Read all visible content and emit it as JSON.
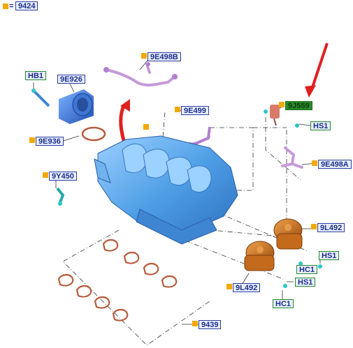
{
  "header": {
    "symbol": "=",
    "code": "9424"
  },
  "callouts": [
    {
      "id": "9E498B",
      "text": "9E498B"
    },
    {
      "id": "HB1",
      "text": "HB1"
    },
    {
      "id": "9E926",
      "text": "9E926"
    },
    {
      "id": "9E499",
      "text": "9E499"
    },
    {
      "id": "9J559",
      "text": "9J559"
    },
    {
      "id": "HS1_top",
      "text": "HS1"
    },
    {
      "id": "9E936",
      "text": "9E936"
    },
    {
      "id": "9E498A",
      "text": "9E498A"
    },
    {
      "id": "9Y450",
      "text": "9Y450"
    },
    {
      "id": "9L492_right",
      "text": "9L492"
    },
    {
      "id": "HS1_mid",
      "text": "HS1"
    },
    {
      "id": "HC1_mid",
      "text": "HC1"
    },
    {
      "id": "HS1_low",
      "text": "HS1"
    },
    {
      "id": "9L492_low",
      "text": "9L492"
    },
    {
      "id": "HC1_low",
      "text": "HC1"
    },
    {
      "id": "9439",
      "text": "9439"
    }
  ],
  "colors": {
    "label_border": "#2a3fa0",
    "label_text": "#1b2e8c",
    "marker": "#f2a900",
    "highlight": "#2a8a2a",
    "arrow": "#e02020",
    "manifold": "#5aa8e8",
    "actuator": "#d4741f"
  }
}
